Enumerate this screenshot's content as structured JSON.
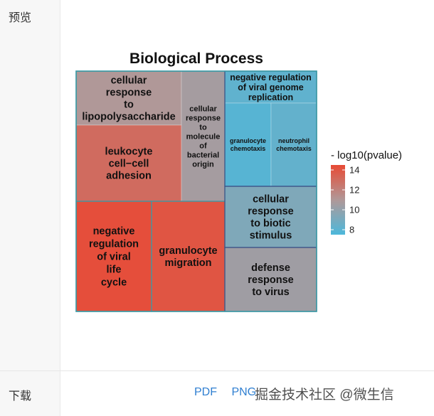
{
  "sidebar": {
    "preview_label": "预览",
    "download_label": "下载"
  },
  "downloads": [
    {
      "label": "PDF"
    },
    {
      "label": "PNG"
    }
  ],
  "watermark": "掘金技术社区 @微生信",
  "chart_data": {
    "type": "treemap",
    "title": "Biological Process",
    "legend": {
      "title": "- log10(pvalue)",
      "ticks": [
        14,
        12,
        10,
        8
      ],
      "range": [
        7.5,
        14.5
      ],
      "placement": "right"
    },
    "color_scale": {
      "low": "#4cb8db",
      "mid": "#b09898",
      "high": "#e84a35"
    },
    "groups": [
      {
        "name": "cellular response to lipopolysaccharide",
        "tiles": [
          {
            "label": "cellular response to lipopolysaccharide",
            "lines": [
              "cellular",
              "response",
              "to",
              "lipopolysaccharide"
            ],
            "value": 11.0
          },
          {
            "label": "leukocyte cell−cell adhesion",
            "lines": [
              "leukocyte",
              "cell−cell",
              "adhesion"
            ],
            "value": 13.0
          },
          {
            "label": "cellular response to molecule of bacterial origin",
            "lines": [
              "cellular",
              "response",
              "to",
              "molecule",
              "of",
              "bacterial",
              "origin"
            ],
            "value": 10.6
          }
        ]
      },
      {
        "name": "negative regulation of viral life cycle",
        "tiles": [
          {
            "label": "negative regulation of viral life cycle",
            "lines": [
              "negative",
              "regulation",
              "of viral",
              "life",
              "cycle"
            ],
            "value": 14.3
          }
        ]
      },
      {
        "name": "granulocyte migration",
        "tiles": [
          {
            "label": "granulocyte migration",
            "lines": [
              "granulocyte",
              "migration"
            ],
            "value": 14.0
          }
        ]
      },
      {
        "name": "negative regulation of viral genome replication",
        "tiles": [
          {
            "label": "negative regulation of viral genome replication",
            "lines": [
              "negative regulation",
              "of viral genome",
              "replication"
            ],
            "value": 8.2
          },
          {
            "label": "granulocyte chemotaxis",
            "lines": [
              "granulocyte",
              "chemotaxis"
            ],
            "value": 7.9
          },
          {
            "label": "neutrophil chemotaxis",
            "lines": [
              "neutrophil",
              "chemotaxis"
            ],
            "value": 8.3
          }
        ]
      },
      {
        "name": "cellular response to biotic stimulus",
        "tiles": [
          {
            "label": "cellular response to biotic stimulus",
            "lines": [
              "cellular",
              "response",
              "to biotic",
              "stimulus"
            ],
            "value": 9.3
          }
        ]
      },
      {
        "name": "defense response to virus",
        "tiles": [
          {
            "label": "defense response to virus",
            "lines": [
              "defense",
              "response",
              "to virus"
            ],
            "value": 10.4
          }
        ]
      }
    ]
  }
}
